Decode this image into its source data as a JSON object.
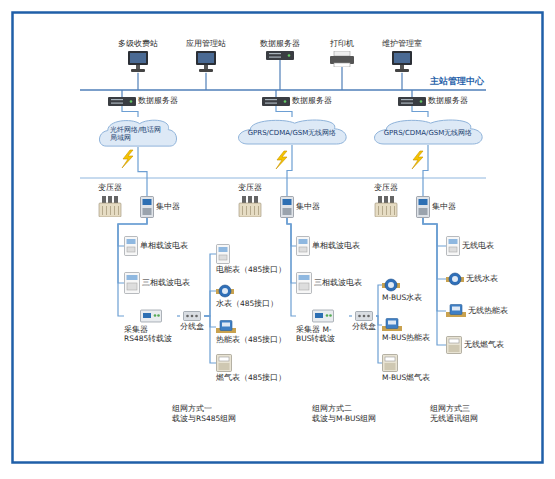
{
  "diagram": {
    "nodes": [
      {
        "text": [
          "多级收费站"
        ]
      },
      {
        "text": [
          "应用管理站"
        ]
      },
      {
        "text": [
          "数据服务器"
        ]
      },
      {
        "text": [
          "打印机"
        ]
      },
      {
        "text": [
          "维护管理室"
        ]
      },
      {
        "text": [
          "数据服务器"
        ]
      },
      {
        "text": [
          "数据服务器"
        ]
      },
      {
        "text": [
          "数据服务器"
        ]
      },
      {
        "text": [
          "光纤网络/电话网 局域网"
        ]
      },
      {
        "text": [
          "GPRS/CDMA/GSM无线网络"
        ]
      },
      {
        "text": [
          "GPRS/CDMA/GSM无线网络"
        ]
      },
      {
        "text": [
          "变压器"
        ]
      },
      {
        "text": [
          "集中器"
        ]
      },
      {
        "text": [
          "单相载波电表"
        ]
      },
      {
        "text": [
          "三相载波电表"
        ]
      },
      {
        "text": [
          "采集器 RS485转载波"
        ]
      },
      {
        "text": [
          "分线盒"
        ]
      },
      {
        "text": [
          "电能表（485接口）"
        ]
      },
      {
        "text": [
          "水表（485接口）"
        ]
      },
      {
        "text": [
          "热能表（485接口）"
        ]
      },
      {
        "text": [
          "燃气表（485接口）"
        ]
      },
      {
        "text": [
          "变压器"
        ]
      },
      {
        "text": [
          "集中器"
        ]
      },
      {
        "text": [
          "单相载波电表"
        ]
      },
      {
        "text": [
          "三相载波电表"
        ]
      },
      {
        "text": [
          "采集器 M-BUS转载波"
        ]
      },
      {
        "text": [
          "分线盒"
        ]
      },
      {
        "text": [
          "M-BUS水表"
        ]
      },
      {
        "text": [
          "M-BUS热能表"
        ]
      },
      {
        "text": [
          "M-BUS燃气表"
        ]
      },
      {
        "text": [
          "变压器"
        ]
      },
      {
        "text": [
          "集中器"
        ]
      },
      {
        "text": [
          "无线电表"
        ]
      },
      {
        "text": [
          "无线水表"
        ]
      },
      {
        "text": [
          "无线热能表"
        ]
      },
      {
        "text": [
          "无线燃气表"
        ]
      }
    ],
    "edges": [
      {
        "from": 5,
        "to": 8,
        "arrow": "none"
      },
      {
        "from": 6,
        "to": 9,
        "arrow": "none"
      },
      {
        "from": 7,
        "to": 10,
        "arrow": "none"
      },
      {
        "from": 8,
        "to": 12,
        "arrow": "none"
      },
      {
        "from": 9,
        "to": 22,
        "arrow": "none"
      },
      {
        "from": 10,
        "to": 31,
        "arrow": "none"
      },
      {
        "from": 12,
        "to": 13,
        "arrow": "none"
      },
      {
        "from": 12,
        "to": 14,
        "arrow": "none"
      },
      {
        "from": 12,
        "to": 15,
        "arrow": "none"
      },
      {
        "from": 15,
        "to": 16,
        "arrow": "none"
      },
      {
        "from": 16,
        "to": 17,
        "arrow": "none"
      },
      {
        "from": 16,
        "to": 18,
        "arrow": "none"
      },
      {
        "from": 16,
        "to": 19,
        "arrow": "none"
      },
      {
        "from": 16,
        "to": 20,
        "arrow": "none"
      },
      {
        "from": 22,
        "to": 23,
        "arrow": "none"
      },
      {
        "from": 22,
        "to": 24,
        "arrow": "none"
      },
      {
        "from": 22,
        "to": 25,
        "arrow": "none"
      },
      {
        "from": 25,
        "to": 26,
        "arrow": "none"
      },
      {
        "from": 26,
        "to": 27,
        "arrow": "none"
      },
      {
        "from": 26,
        "to": 28,
        "arrow": "none"
      },
      {
        "from": 26,
        "to": 29,
        "arrow": "none"
      },
      {
        "from": 31,
        "to": 32,
        "arrow": "none"
      },
      {
        "from": 31,
        "to": 33,
        "arrow": "none"
      },
      {
        "from": 31,
        "to": 34,
        "arrow": "none"
      },
      {
        "from": 31,
        "to": 35,
        "arrow": "none"
      }
    ],
    "labels": [
      "主站管理中心",
      "组网方式一 载波与RS485组网",
      "组网方式二 载波与M-BUS组网",
      "组网方式三 无线通讯组网"
    ]
  }
}
